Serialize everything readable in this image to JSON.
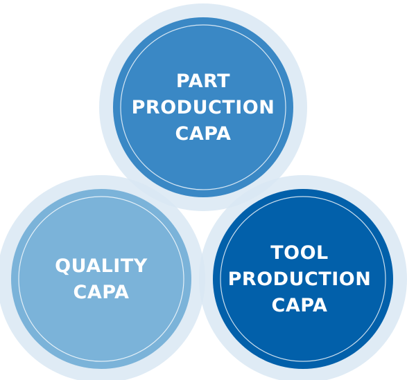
{
  "diagram": {
    "circles": [
      {
        "label": "PART\nPRODUCTION\nCAPA",
        "fill": "#3A88C5"
      },
      {
        "label": "QUALITY\nCAPA",
        "fill": "#7BB3D9"
      },
      {
        "label": "TOOL\nPRODUCTION\nCAPA",
        "fill": "#0260AA"
      }
    ],
    "outer_ring_color": "#D9E8F3",
    "inner_ring_color": "#FFFFFF"
  }
}
